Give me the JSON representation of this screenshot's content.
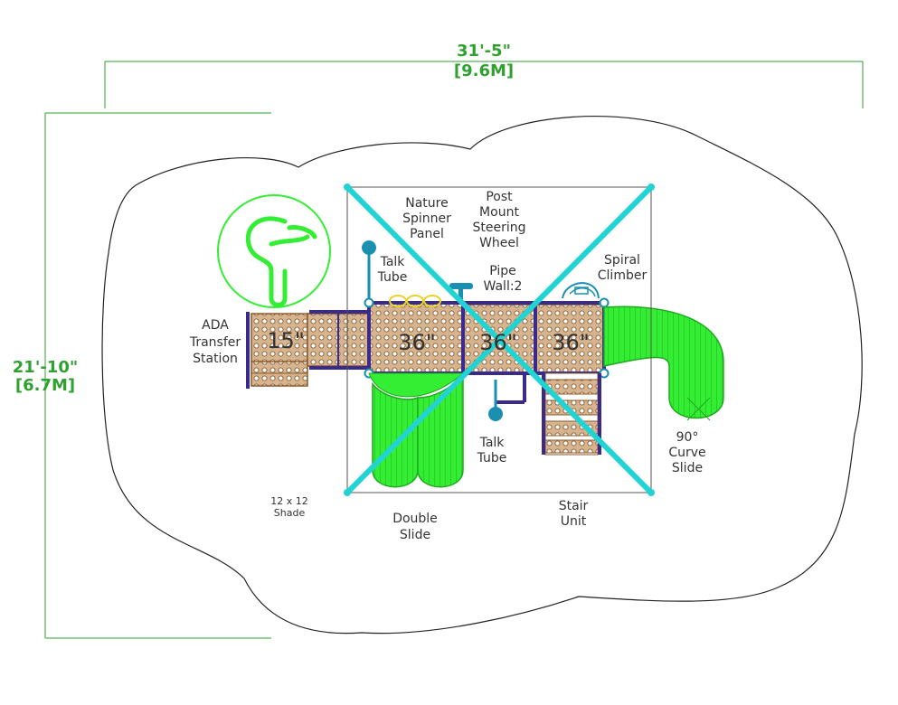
{
  "dimensions": {
    "width_ft": "31'-5\"",
    "width_m": "[9.6M]",
    "depth_ft": "21'-10\"",
    "depth_m": "[6.7M]"
  },
  "decks": [
    "15\"",
    "36\"",
    "36\"",
    "36\""
  ],
  "labels": {
    "nature_spinner": [
      "Nature",
      "Spinner",
      "Panel"
    ],
    "steering_wheel": [
      "Post",
      "Mount",
      "Steering",
      "Wheel"
    ],
    "talk_tube_top": [
      "Talk",
      "Tube"
    ],
    "pipe_wall": [
      "Pipe",
      "Wall:2"
    ],
    "spiral_climber": [
      "Spiral",
      "Climber"
    ],
    "ada_transfer": [
      "ADA",
      "Transfer",
      "Station"
    ],
    "talk_tube_bottom": [
      "Talk",
      "Tube"
    ],
    "curve_slide": [
      "90°",
      "Curve",
      "Slide"
    ],
    "shade": [
      "12 x 12",
      "Shade"
    ],
    "double_slide": [
      "Double",
      "Slide"
    ],
    "stair_unit": [
      "Stair",
      "Unit"
    ]
  },
  "colors": {
    "dimension_green": "#2fa12f",
    "slide_green": "#33ee33",
    "deck_brown": "#c9a27a",
    "post_purple": "#3a2a8c",
    "cross_cyan": "#22d3d3",
    "accent_teal": "#1a8fb0"
  },
  "logo": "playground-logo"
}
